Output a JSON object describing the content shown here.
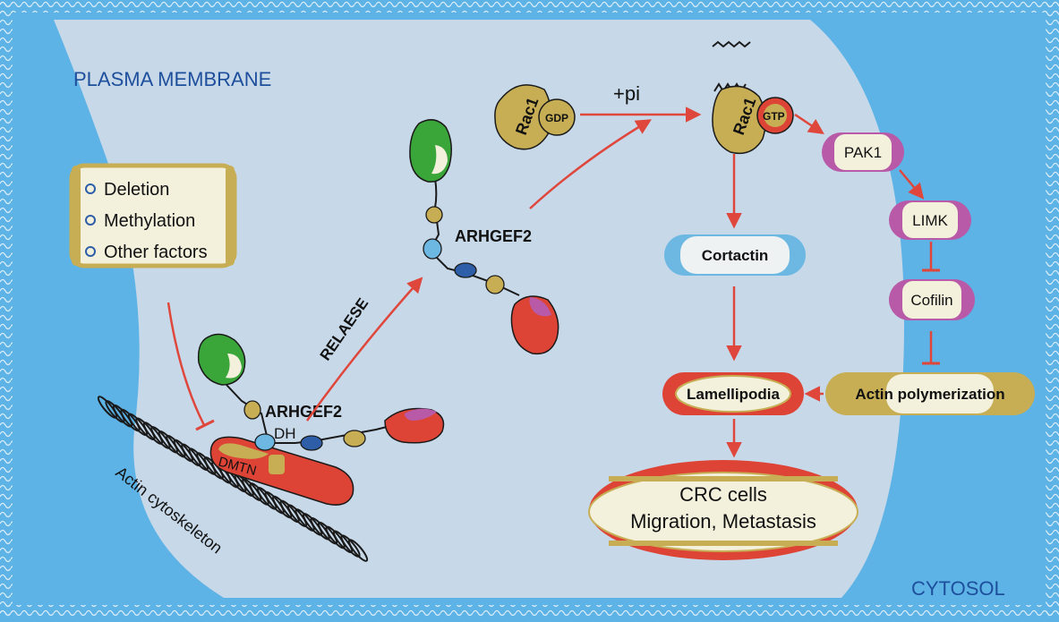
{
  "labels": {
    "plasma_membrane": "PLASMA MEMBRANE",
    "cytosol": "CYTOSOL",
    "release": "RELAESE",
    "plus_pi": "+pi",
    "actin_cytoskeleton": "Actin cytoskeleton",
    "arhgef2_bound": "ARHGEF2",
    "dh": "DH",
    "dmtn": "DMTN",
    "arhgef2_free": "ARHGEF2",
    "rac1_gdp": "Rac1",
    "gdp": "GDP",
    "rac1_gtp": "Rac1",
    "gtp": "GTP"
  },
  "factors": [
    "Deletion",
    "Methylation",
    "Other factors"
  ],
  "nodes": {
    "pak1": "PAK1",
    "limk": "LIMK",
    "cofilin": "Cofilin",
    "cortactin": "Cortactin",
    "lamellipodia": "Lamellipodia",
    "actin_polymerization": "Actin polymerization",
    "crc_line1": "CRC cells",
    "crc_line2": "Migration, Metastasis"
  },
  "colors": {
    "membrane": "#5db3e6",
    "cytosol": "#c7d8e8",
    "arrow": "#e0473c",
    "gold": "#c7ae54",
    "green": "#3aa63a",
    "red": "#dd4436",
    "pink": "#b85aa8",
    "blue_dark": "#2e5ea8",
    "blue_light": "#6cb8e3",
    "label_blue": "#1e4f9c"
  }
}
